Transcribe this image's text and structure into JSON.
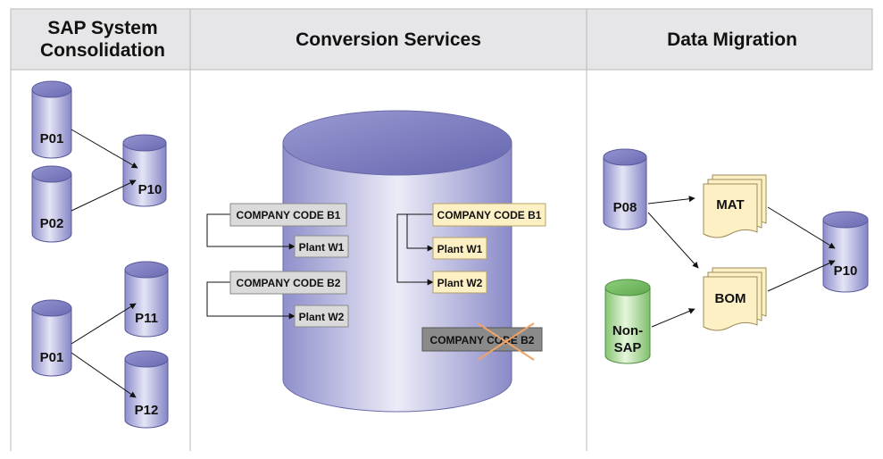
{
  "columns": [
    {
      "title_line1": "SAP System",
      "title_line2": "Consolidation"
    },
    {
      "title": "Conversion Services"
    },
    {
      "title": "Data Migration"
    }
  ],
  "consolidation": {
    "merge": {
      "sources": [
        "P01",
        "P02"
      ],
      "target": "P10"
    },
    "split": {
      "source": "P01",
      "targets": [
        "P11",
        "P12"
      ]
    }
  },
  "conversion": {
    "left": {
      "company_code_1": "COMPANY CODE B1",
      "plant_1": "Plant W1",
      "company_code_2": "COMPANY CODE B2",
      "plant_2": "Plant W2"
    },
    "right": {
      "company_code_1": "COMPANY CODE B1",
      "plant_1": "Plant W1",
      "plant_2": "Plant W2",
      "removed_company_code": "COMPANY CODE B2"
    }
  },
  "migration": {
    "sap_source": "P08",
    "nonsap_line1": "Non-",
    "nonsap_line2": "SAP",
    "doc_1": "MAT",
    "doc_2": "BOM",
    "target": "P10"
  },
  "colors": {
    "header_bg": "#e6e6e8",
    "cyl_blue_light": "#dcdcf2",
    "cyl_blue_dark": "#7c7cc0",
    "cyl_green_light": "#dff2d4",
    "cyl_green_dark": "#7cbd6a",
    "box_grey": "#d9d9d9",
    "box_yellow": "#fdf0c4",
    "box_dark": "#8a8a8a",
    "cross": "#f0a466"
  }
}
